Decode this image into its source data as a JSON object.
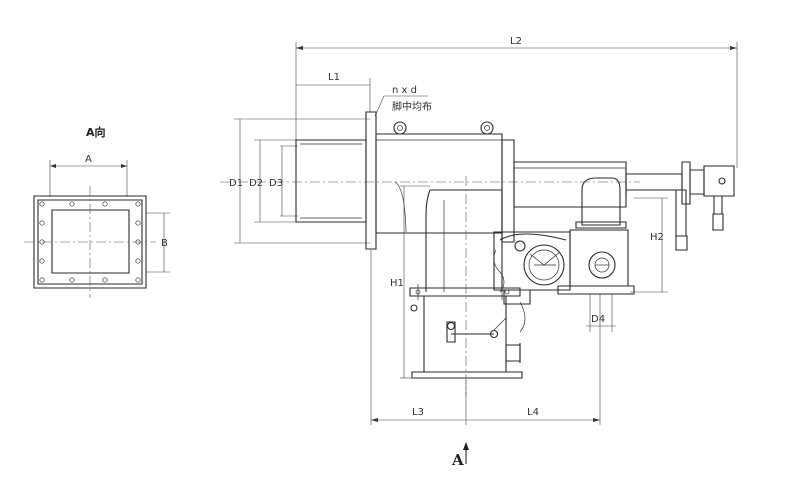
{
  "view": {
    "title": "A向",
    "width_label": "A",
    "height_label": "B"
  },
  "dimensions": {
    "l1": "L1",
    "l2": "L2",
    "l3": "L3",
    "l4": "L4",
    "d1": "D1",
    "d2": "D2",
    "d3": "D3",
    "d4": "D4",
    "h1": "H1",
    "h2": "H2"
  },
  "notes": {
    "holes": "n x d",
    "distribution": "脚中均布"
  },
  "arrow": {
    "label": "A"
  }
}
